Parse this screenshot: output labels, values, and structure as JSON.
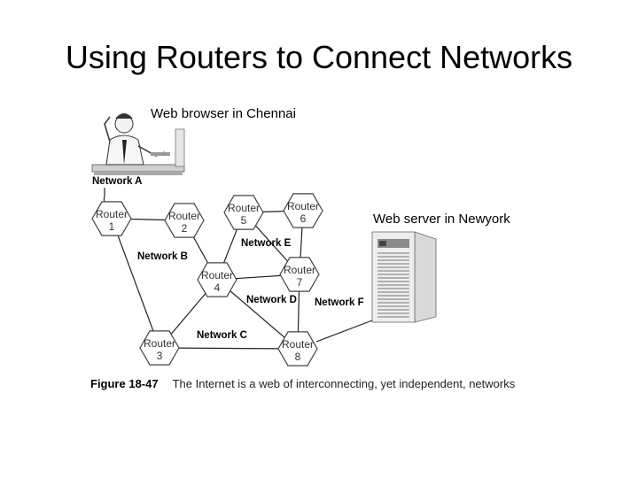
{
  "slide": {
    "title": "Using Routers to Connect Networks",
    "browser_label": "Web browser in Chennai",
    "server_label": "Web server in Newyork"
  },
  "diagram": {
    "routers": [
      {
        "id": "r1",
        "word": "Router",
        "num": "1"
      },
      {
        "id": "r2",
        "word": "Router",
        "num": "2"
      },
      {
        "id": "r3",
        "word": "Router",
        "num": "3"
      },
      {
        "id": "r4",
        "word": "Router",
        "num": "4"
      },
      {
        "id": "r5",
        "word": "Router",
        "num": "5"
      },
      {
        "id": "r6",
        "word": "Router",
        "num": "6"
      },
      {
        "id": "r7",
        "word": "Router",
        "num": "7"
      },
      {
        "id": "r8",
        "word": "Router",
        "num": "8"
      }
    ],
    "networks": {
      "a": "Network A",
      "b": "Network B",
      "c": "Network C",
      "d": "Network D",
      "e": "Network E",
      "f": "Network F"
    },
    "links": [
      [
        "r1",
        "r2"
      ],
      [
        "r1",
        "r3"
      ],
      [
        "r2",
        "r4"
      ],
      [
        "r4",
        "r3"
      ],
      [
        "r3",
        "r8"
      ],
      [
        "r4",
        "r8"
      ],
      [
        "r4",
        "r7"
      ],
      [
        "r5",
        "r6"
      ],
      [
        "r5",
        "r7"
      ],
      [
        "r6",
        "r7"
      ],
      [
        "r7",
        "r8"
      ],
      [
        "r4",
        "r5"
      ]
    ]
  },
  "figure": {
    "number": "Figure 18-47",
    "caption": "The Internet is a web of interconnecting, yet independent, networks"
  }
}
